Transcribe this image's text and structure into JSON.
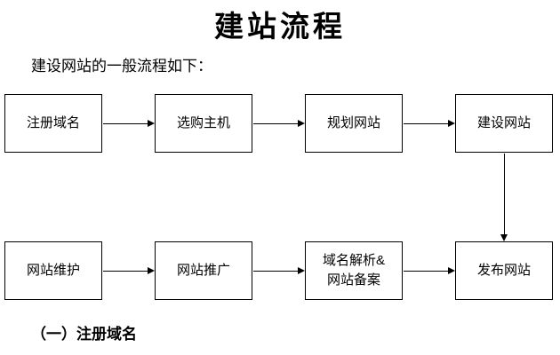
{
  "title": "建站流程",
  "subtitle": "建设网站的一般流程如下：",
  "caption": "（一）注册域名",
  "colors": {
    "background": "#ffffff",
    "line": "#000000",
    "text": "#000000"
  },
  "diagram": {
    "row1": [
      {
        "id": "register-domain",
        "label": "注册域名"
      },
      {
        "id": "choose-host",
        "label": "选购主机"
      },
      {
        "id": "plan-website",
        "label": "规划网站"
      },
      {
        "id": "build-website",
        "label": "建设网站"
      }
    ],
    "row2": [
      {
        "id": "maintain-website",
        "label": "网站维护"
      },
      {
        "id": "promote-website",
        "label": "网站推广"
      },
      {
        "id": "dns-and-icp-filing",
        "label": "域名解析&\n网站备案"
      },
      {
        "id": "publish-website",
        "label": "发布网站"
      }
    ],
    "edges": [
      {
        "from": "注册域名",
        "to": "选购主机",
        "direction": "right"
      },
      {
        "from": "选购主机",
        "to": "规划网站",
        "direction": "right"
      },
      {
        "from": "规划网站",
        "to": "建设网站",
        "direction": "right"
      },
      {
        "from": "建设网站",
        "to": "发布网站",
        "direction": "down"
      },
      {
        "from": "网站维护",
        "to": "网站推广",
        "direction": "right"
      },
      {
        "from": "网站推广",
        "to": "域名解析&网站备案",
        "direction": "right"
      },
      {
        "from": "域名解析&网站备案",
        "to": "发布网站",
        "direction": "right"
      }
    ]
  }
}
